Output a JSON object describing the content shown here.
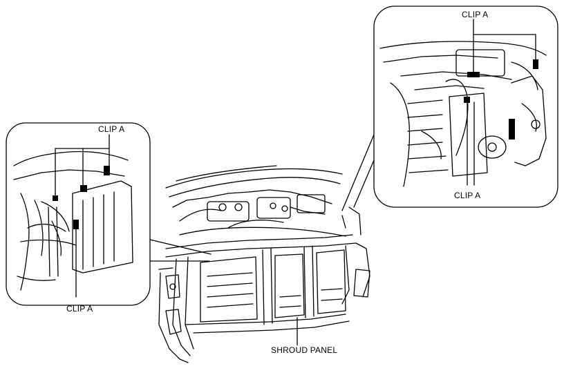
{
  "labels": {
    "left_inset_top": "CLIP A",
    "left_inset_bottom": "CLIP A",
    "right_inset_top": "CLIP A",
    "right_inset_bottom": "CLIP A",
    "shroud_panel": "SHROUD PANEL"
  },
  "colors": {
    "line": "#000000",
    "background": "#ffffff",
    "clip_fill": "#000000"
  }
}
